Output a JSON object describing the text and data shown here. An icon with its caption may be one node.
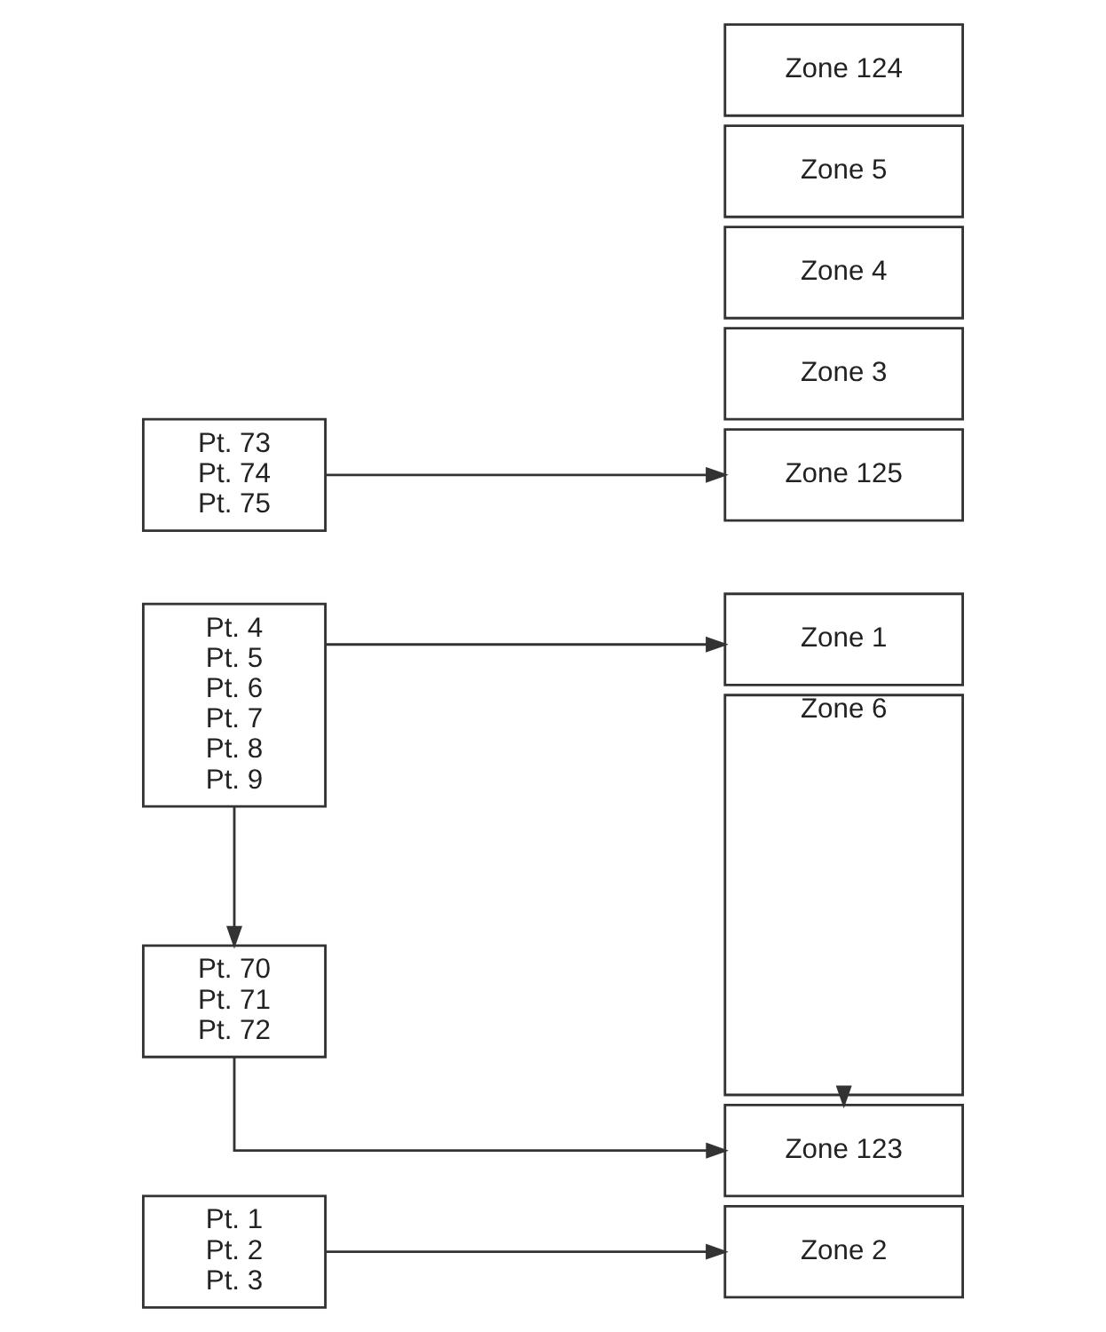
{
  "diagram": {
    "nodes": [
      {
        "text": [
          "Pt. 1",
          "Pt. 2",
          "Pt. 3"
        ]
      },
      {
        "text": [
          "Pt. 4",
          "Pt. 5",
          "Pt. 6",
          "Pt. 7",
          "Pt. 8",
          "Pt. 9"
        ]
      },
      {
        "text": [
          "Pt. 70",
          "Pt. 71",
          "Pt. 72"
        ]
      },
      {
        "text": [
          "Pt. 73",
          "Pt. 74",
          "Pt. 75"
        ]
      },
      {
        "text": [
          "Zone 1"
        ]
      },
      {
        "text": [
          "Zone 2"
        ]
      },
      {
        "text": [
          "Zone 3"
        ]
      },
      {
        "text": [
          "Zone 4"
        ]
      },
      {
        "text": [
          "Zone 5"
        ]
      },
      {
        "text": [
          "Zone 6"
        ]
      },
      {
        "text": [
          "Zone 123"
        ]
      },
      {
        "text": [
          "Zone 124"
        ]
      },
      {
        "text": [
          "Zone 125"
        ]
      }
    ],
    "edges": [
      {
        "from": 0,
        "to": 5,
        "arrow": "to"
      },
      {
        "from": 1,
        "to": 4,
        "arrow": "to"
      },
      {
        "from": 1,
        "to": 2,
        "arrow": "to"
      },
      {
        "from": 2,
        "to": 10,
        "arrow": "to"
      },
      {
        "from": 3,
        "to": 12,
        "arrow": "to"
      },
      {
        "from": 9,
        "to": 10,
        "arrow": "to"
      }
    ]
  }
}
